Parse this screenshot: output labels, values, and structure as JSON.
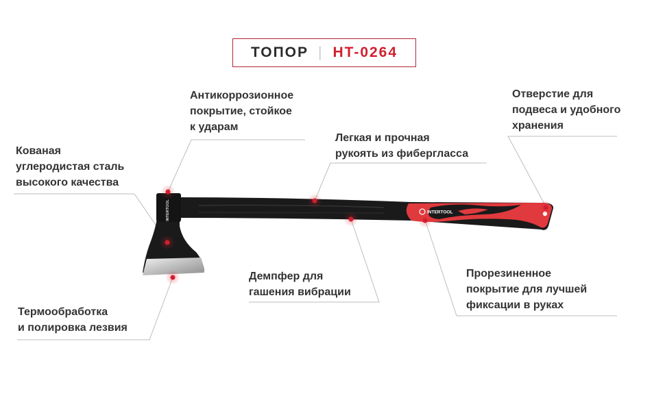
{
  "title": {
    "name": "ТОПОР",
    "separator": "|",
    "model": "HT-0264"
  },
  "brand_mark": "INTERTOOL",
  "colors": {
    "accent": "#d0202f",
    "handle_black": "#1a1a1a",
    "grip_red": "#e03a3e",
    "blade": "#c8c8c8"
  },
  "callouts": {
    "coating": [
      "Антикоррозионное",
      "покрытие, стойкое",
      "к ударам"
    ],
    "steel": [
      "Кованая",
      "углеродистая сталь",
      "высокого качества"
    ],
    "handle": [
      "Легкая и прочная",
      "рукоять из фибергласса"
    ],
    "hole": [
      "Отверстие для",
      "подвеса и удобного",
      "хранения"
    ],
    "damper": [
      "Демпфер для",
      "гашения вибрации"
    ],
    "grip": [
      "Прорезиненное",
      "покрытие для лучшей",
      "фиксации в руках"
    ],
    "blade": [
      "Термообработка",
      "и полировка лезвия"
    ]
  }
}
